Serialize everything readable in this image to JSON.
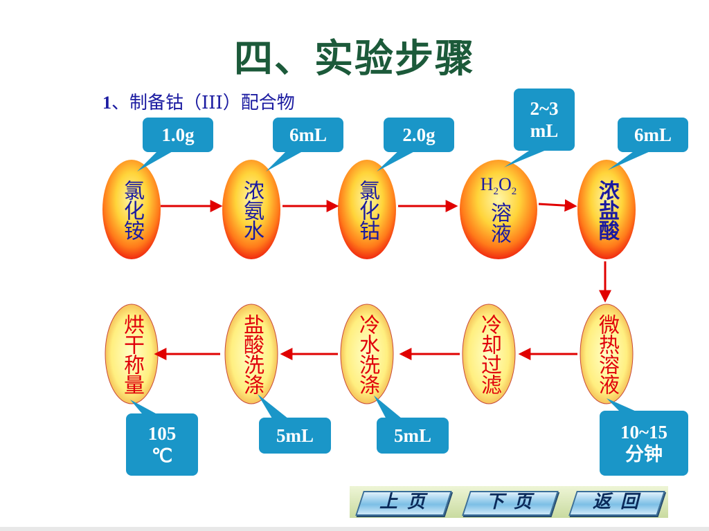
{
  "title": "四、实验步骤",
  "subtitle": {
    "number": "1",
    "text": "、制备钴（III）配合物"
  },
  "colors": {
    "title": "#1c5a3a",
    "subtitle": "#1a1aa0",
    "callout": "#1a96c8",
    "arrow": "#e00000",
    "node_text_blue": "#1a1aa0",
    "node_text_red": "#e0000a"
  },
  "top_row": [
    {
      "label": "氯化铵",
      "callout": "1.0g"
    },
    {
      "label": "浓氨水",
      "callout": "6mL"
    },
    {
      "label": "氯化钴",
      "callout": "2.0g"
    },
    {
      "label_formula": "H2O2",
      "label": "溶液",
      "callout": "2~3 mL"
    },
    {
      "label": "浓盐酸",
      "callout": "6mL"
    }
  ],
  "bottom_row": [
    {
      "label": "烘干称量",
      "callout": "105 ℃"
    },
    {
      "label": "盐酸洗涤",
      "callout": "5mL"
    },
    {
      "label": "冷水洗涤",
      "callout": "5mL"
    },
    {
      "label": "冷却过滤"
    },
    {
      "label": "微热溶液",
      "callout": "10~15 分钟"
    }
  ],
  "nav": {
    "prev": "上页",
    "next": "下页",
    "back": "返回"
  }
}
